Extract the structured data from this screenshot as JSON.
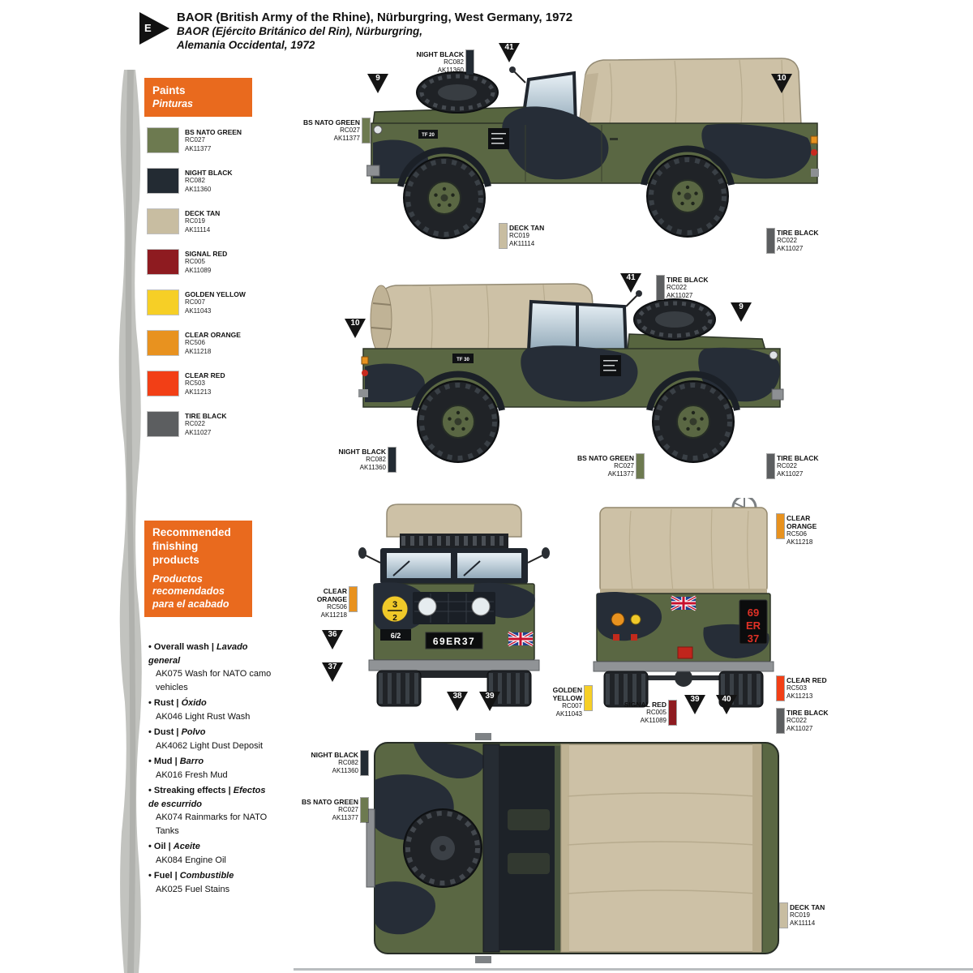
{
  "header": {
    "marker_letter": "E",
    "title_en": "BAOR (British Army of the Rhine), Nürburgring, West Germany, 1972",
    "title_es_line1": "BAOR (Ejército Británico del Rin), Nürburgring,",
    "title_es_line2": "Alemania Occidental, 1972"
  },
  "paints_panel": {
    "title_en": "Paints",
    "title_es": "Pinturas",
    "items": [
      {
        "name": "BS NATO GREEN",
        "code1": "RC027",
        "code2": "AK11377",
        "hex": "#6d7a50"
      },
      {
        "name": "NIGHT BLACK",
        "code1": "RC082",
        "code2": "AK11360",
        "hex": "#232b33"
      },
      {
        "name": "DECK TAN",
        "code1": "RC019",
        "code2": "AK11114",
        "hex": "#c8bda1"
      },
      {
        "name": "SIGNAL RED",
        "code1": "RC005",
        "code2": "AK11089",
        "hex": "#8e1b20"
      },
      {
        "name": "GOLDEN YELLOW",
        "code1": "RC007",
        "code2": "AK11043",
        "hex": "#f6cf26"
      },
      {
        "name": "CLEAR ORANGE",
        "code1": "RC506",
        "code2": "AK11218",
        "hex": "#e8921f"
      },
      {
        "name": "CLEAR RED",
        "code1": "RC503",
        "code2": "AK11213",
        "hex": "#f23f16"
      },
      {
        "name": "TIRE BLACK",
        "code1": "RC022",
        "code2": "AK11027",
        "hex": "#5c5e60"
      }
    ]
  },
  "finishing_panel": {
    "title_en": "Recommended finishing products",
    "title_es": "Productos recomendados para el acabado",
    "items": [
      {
        "en": "Overall wash |",
        "es": "Lavado general",
        "product": "AK075 Wash for NATO camo vehicles"
      },
      {
        "en": "Rust |",
        "es": "Óxido",
        "product": "AK046 Light Rust Wash"
      },
      {
        "en": "Dust |",
        "es": "Polvo",
        "product": "AK4062 Light Dust Deposit"
      },
      {
        "en": "Mud |",
        "es": "Barro",
        "product": "AK016 Fresh Mud"
      },
      {
        "en": "Streaking effects |",
        "es": "Efectos de escurrido",
        "product": "AK074 Rainmarks for NATO Tanks"
      },
      {
        "en": "Oil |",
        "es": "Aceite",
        "product": "AK084 Engine Oil"
      },
      {
        "en": "Fuel |",
        "es": "Combustible",
        "product": "AK025 Fuel Stains"
      }
    ]
  },
  "markers": {
    "m9": "9",
    "m10": "10",
    "m36": "36",
    "m37": "37",
    "m38": "38",
    "m39": "39",
    "m40": "40",
    "m41": "41"
  },
  "vehicle": {
    "plate_front": "69ER37",
    "plate_rear_l1": "69",
    "plate_rear_l2": "ER",
    "plate_rear_l3": "37",
    "bridge_class_top": "3",
    "bridge_class_bottom": "2",
    "unit_marking": "6/2",
    "stencil_1": "TF 20",
    "stencil_2": "TF 30"
  },
  "colors": {
    "panel_orange": "#e96a1e",
    "camo_green": "#5a6743",
    "camo_black": "#262d37",
    "canvas_tan": "#cdc1a6",
    "marker_black": "#141414"
  }
}
